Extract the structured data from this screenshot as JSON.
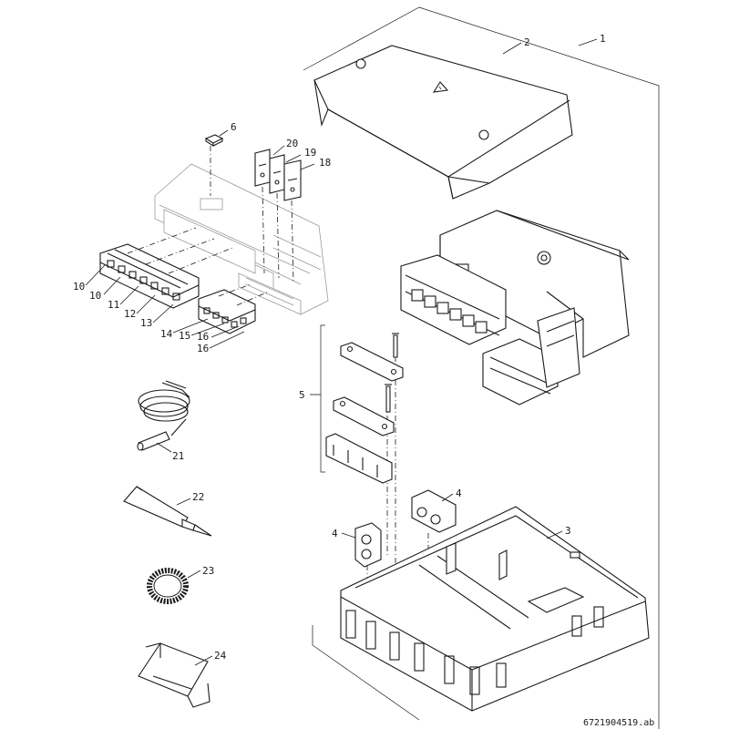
{
  "part_labels": {
    "p1": "1",
    "p2": "2",
    "p3": "3",
    "p4a": "4",
    "p4b": "4",
    "p5": "5",
    "p6": "6",
    "p10a": "10",
    "p10b": "10",
    "p11": "11",
    "p12": "12",
    "p13": "13",
    "p14": "14",
    "p15": "15",
    "p16a": "16",
    "p16b": "16",
    "p18": "18",
    "p19": "19",
    "p20": "20",
    "p21": "21",
    "p22": "22",
    "p23": "23",
    "p24": "24"
  },
  "drawing_code": "6721904519.ab"
}
